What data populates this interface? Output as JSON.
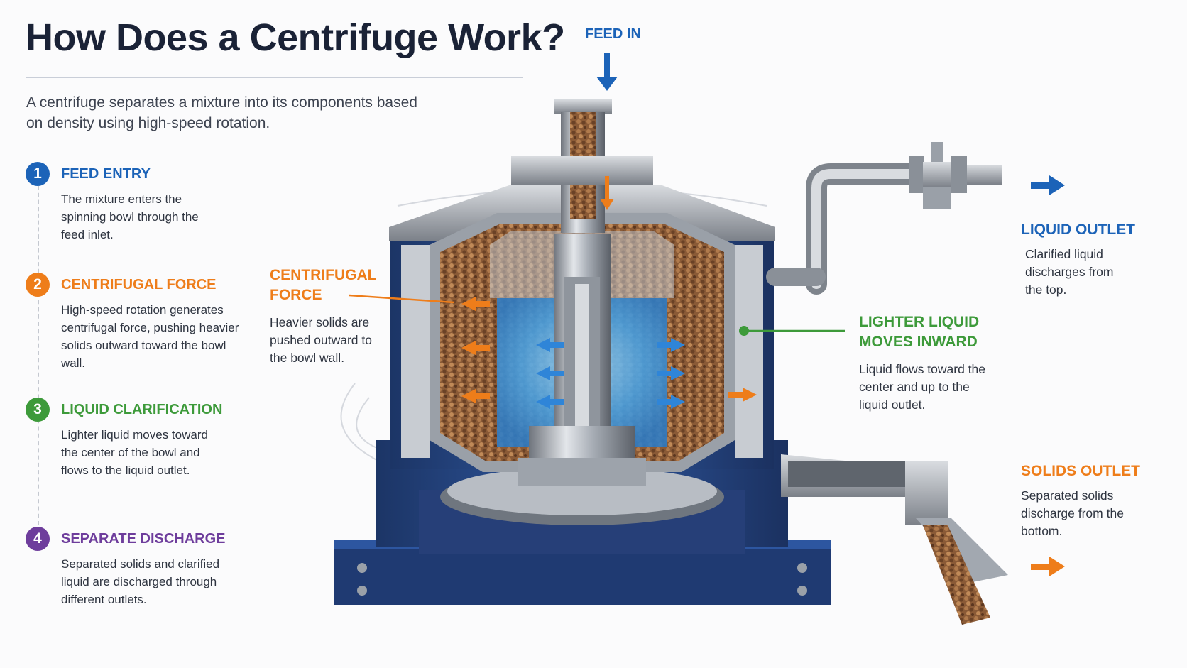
{
  "title": "How Does a Centrifuge Work?",
  "intro": "A centrifuge separates a mixture into its components based on density using high-speed rotation.",
  "colors": {
    "blue": "#1c63b8",
    "orange": "#ee7d1a",
    "green": "#3d9a3a",
    "purple": "#6e3d9c",
    "navy": "#1a2236"
  },
  "steps": [
    {
      "number": "1",
      "title": "FEED ENTRY",
      "body": "The mixture enters the spinning bowl through the feed inlet."
    },
    {
      "number": "2",
      "title": "CENTRIFUGAL FORCE",
      "body": "High-speed rotation generates centrifugal force, pushing heavier solids outward toward the bowl wall."
    },
    {
      "number": "3",
      "title": "LIQUID CLARIFICATION",
      "body": "Lighter liquid moves toward the center of the bowl and flows to the liquid outlet."
    },
    {
      "number": "4",
      "title": "SEPARATE DISCHARGE",
      "body": "Separated solids and clarified liquid are discharged through different outlets."
    }
  ],
  "callouts": {
    "feed_in": {
      "label": "FEED IN"
    },
    "centrifugal_force": {
      "title": "CENTRIFUGAL FORCE",
      "body": "Heavier solids are pushed outward to the bowl wall."
    },
    "lighter_liquid": {
      "title": "LIGHTER LIQUID MOVES INWARD",
      "body": "Liquid flows toward the center and up to the liquid outlet."
    },
    "liquid_outlet": {
      "title": "LIQUID OUTLET",
      "body": "Clarified liquid discharges from the top."
    },
    "solids_outlet": {
      "title": "SOLIDS OUTLET",
      "body": "Separated solids discharge from the bottom."
    }
  },
  "icons": [
    "down-arrow-icon",
    "right-arrow-icon",
    "outward-arrow-icon",
    "inward-arrow-icon"
  ]
}
